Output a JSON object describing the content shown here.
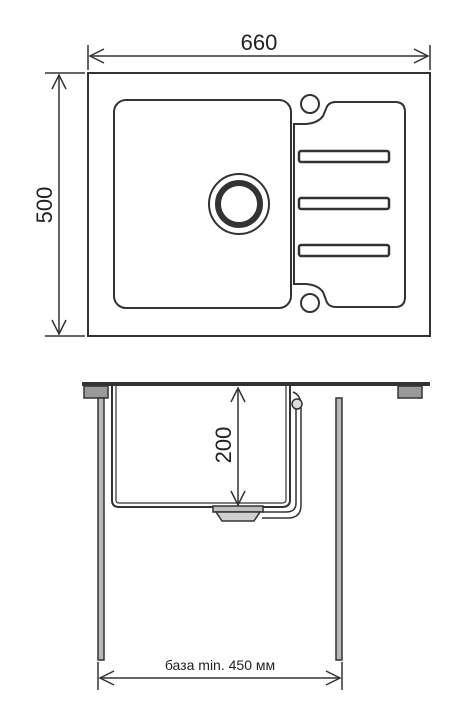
{
  "top_view": {
    "width_label": "660",
    "depth_label": "500"
  },
  "side_view": {
    "bowl_depth_label": "200",
    "base_label": "база min. 450 мм"
  }
}
